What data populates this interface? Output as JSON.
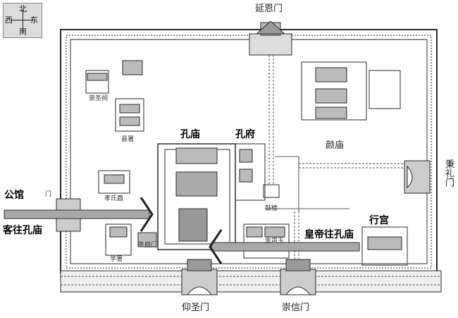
{
  "compass": {
    "north": "北",
    "south": "南",
    "west": "西",
    "east": "东"
  },
  "gates": {
    "north": "延恩门",
    "east": "秉礼门",
    "south_left": "仰圣门",
    "south_right": "崇信门"
  },
  "landmarks": {
    "confucius_temple": "孔庙",
    "confucius_mansion": "孔府",
    "yan_temple": "颜庙",
    "county_office": "县署",
    "drum_tower": "鼓楼",
    "guesthouse": "公馆",
    "guest_route": "客往孔庙",
    "emperor_route": "皇帝往孔庙",
    "palace": "行宫",
    "west_gate": "门",
    "small_1": "崇圣祠",
    "small_2": "孝氏酉",
    "small_3": "学署",
    "small_4": "圣府门",
    "small_5": "金声玉"
  },
  "colors": {
    "route_fill": "#a8a8a8",
    "route_stroke": "#333333",
    "ink": "#2a2a2a",
    "background": "#ffffff"
  }
}
